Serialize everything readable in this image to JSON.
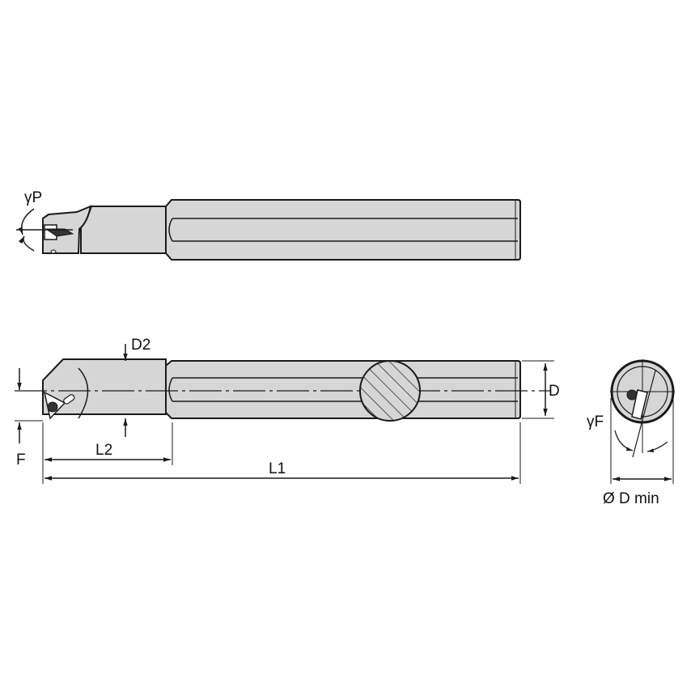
{
  "drawing": {
    "title": "Boring bar dimension drawing",
    "colors": {
      "body": "#d6d6d6",
      "stroke": "#1a1a1a",
      "background": "#ffffff"
    },
    "labels": {
      "gamma_p": "γP",
      "d2": "D2",
      "d": "D",
      "f": "F",
      "l2": "L2",
      "l1": "L1",
      "gamma_f": "γF",
      "d_min": "Ø D min"
    }
  }
}
